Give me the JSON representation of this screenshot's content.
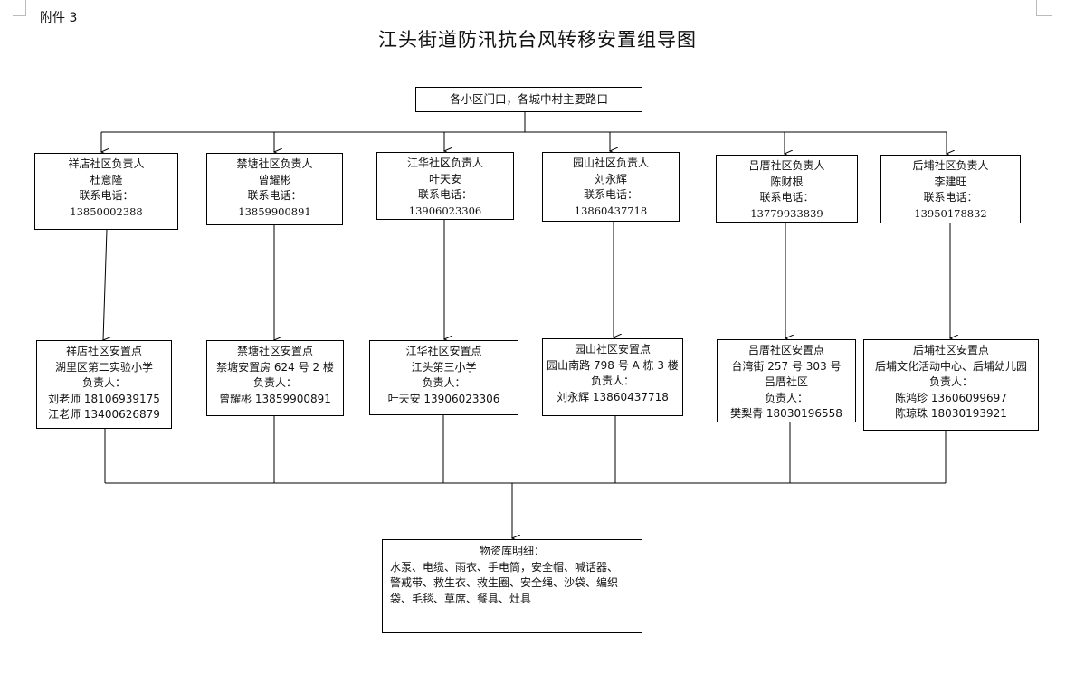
{
  "attachment_label": "附件 3",
  "title": "江头街道防汛抗台风转移安置组导图",
  "top_node": "各小区门口，各城中村主要路口",
  "communities": [
    {
      "leader_title": "祥店社区负责人",
      "leader_name": "杜意隆",
      "phone_label": "联系电话：",
      "phone": "13850002388",
      "site_title": "祥店社区安置点",
      "site_lines": [
        "湖里区第二实验小学",
        "负责人：",
        "刘老师 18106939175",
        "江老师 13400626879"
      ]
    },
    {
      "leader_title": "禁塘社区负责人",
      "leader_name": "曾耀彬",
      "phone_label": "联系电话：",
      "phone": "13859900891",
      "site_title": "禁塘社区安置点",
      "site_lines": [
        "禁塘安置房 624 号 2 楼",
        "负责人：",
        "曾耀彬 13859900891"
      ]
    },
    {
      "leader_title": "江华社区负责人",
      "leader_name": "叶天安",
      "phone_label": "联系电话：",
      "phone": "13906023306",
      "site_title": "江华社区安置点",
      "site_lines": [
        "江头第三小学",
        "负责人：",
        "叶天安 13906023306"
      ]
    },
    {
      "leader_title": "园山社区负责人",
      "leader_name": "刘永辉",
      "phone_label": "联系电话：",
      "phone": "13860437718",
      "site_title": "园山社区安置点",
      "site_lines": [
        "园山南路 798 号 A 栋 3 楼",
        "负责人：",
        "刘永辉 13860437718"
      ]
    },
    {
      "leader_title": "吕厝社区负责人",
      "leader_name": "陈财根",
      "phone_label": "联系电话：",
      "phone": "13779933839",
      "site_title": "吕厝社区安置点",
      "site_lines": [
        "台湾街 257 号 303 号",
        "吕厝社区",
        "负责人：",
        "樊梨青 18030196558"
      ]
    },
    {
      "leader_title": "后埔社区负责人",
      "leader_name": "李建旺",
      "phone_label": "联系电话：",
      "phone": "13950178832",
      "site_title": "后埔社区安置点",
      "site_lines": [
        "后埔文化活动中心、后埔幼儿园",
        "负责人：",
        "陈鸿珍 13606099697",
        "陈琼珠 18030193921"
      ]
    }
  ],
  "materials": {
    "title": "物资库明细：",
    "lines": [
      "水泵、电缆、雨衣、手电筒，安全帽、喊话器、",
      "警戒带、救生衣、救生圈、安全绳、沙袋、编织",
      "袋、毛毯、草席、餐具、灶具"
    ]
  }
}
